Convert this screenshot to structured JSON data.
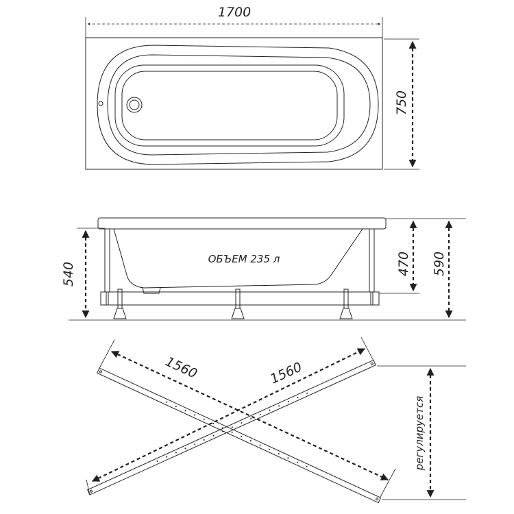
{
  "top_view": {
    "length": "1700",
    "width": "750"
  },
  "side_view": {
    "volume": "ОБЪЕМ 235 л",
    "height_frame": "540",
    "height_tub": "470",
    "height_total": "590"
  },
  "frame_view": {
    "diag1": "1560",
    "diag2": "1560",
    "adjustable": "регулируется"
  }
}
